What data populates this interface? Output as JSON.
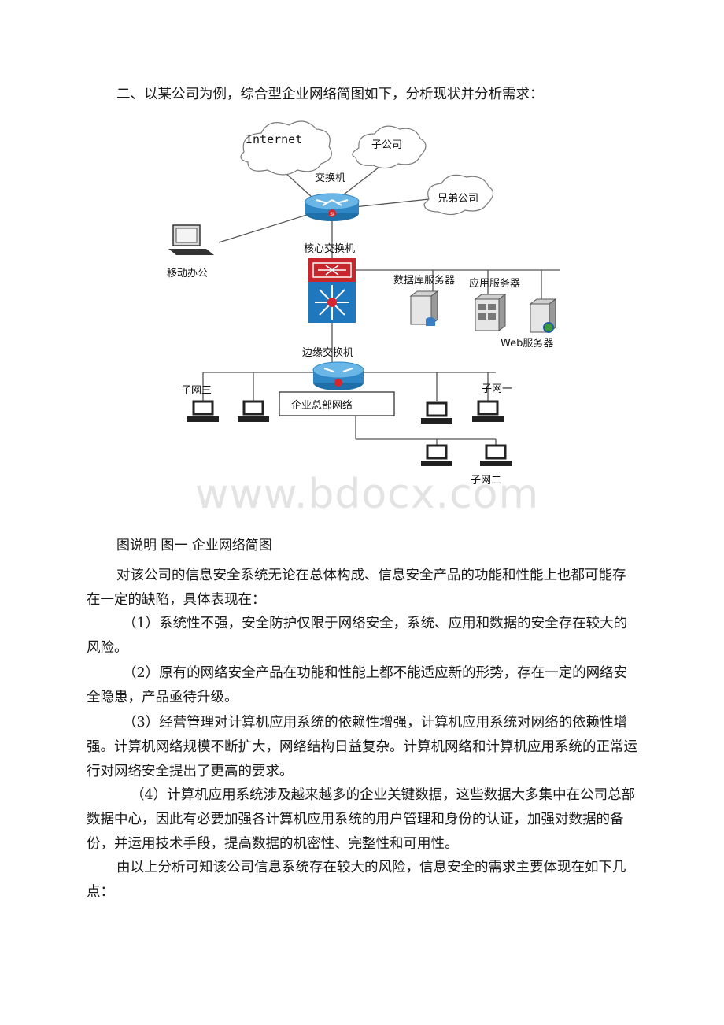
{
  "heading": "二、以某公司为例，综合型企业网络简图如下，分析现状并分析需求：",
  "diagram": {
    "clouds": {
      "internet": "Internet",
      "subsidiary": "子公司",
      "sibling": "兄弟公司"
    },
    "nodes": {
      "switch": "交换机",
      "mobile": "移动办公",
      "core_switch": "核心交换机",
      "db_server": "数据库服务器",
      "app_server": "应用服务器",
      "web_server": "Web服务器",
      "edge_switch": "边缘交换机",
      "hq_network": "企业总部网络",
      "subnet1": "子网一",
      "subnet2": "子网二",
      "subnet3": "子网三"
    },
    "switch_badge": "SI"
  },
  "watermark": "www.bdocx.com",
  "caption": "图说明 图一 企业网络简图",
  "paragraphs": [
    "对该公司的信息安全系统无论在总体构成、信息安全产品的功能和性能上也都可能存在一定的缺陷，具体表现在：",
    "（1）系统性不强，安全防护仅限于网络安全，系统、应用和数据的安全存在较大的风险。",
    "（2）原有的网络安全产品在功能和性能上都不能适应新的形势，存在一定的网络安全隐患，产品亟待升级。",
    "（3）经营管理对计算机应用系统的依赖性增强，计算机应用系统对网络的依赖性增强。计算机网络规模不断扩大，网络结构日益复杂。计算机网络和计算机应用系统的正常运行对网络安全提出了更高的要求。",
    "（4）计算机应用系统涉及越来越多的企业关键数据，这些数据大多集中在公司总部数据中心，因此有必要加强各计算机应用系统的用户管理和身份的认证，加强对数据的备份，并运用技术手段，提高数据的机密性、完整性和可用性。",
    "由以上分析可知该公司信息系统存在较大的风险，信息安全的需求主要体现在如下几点："
  ]
}
